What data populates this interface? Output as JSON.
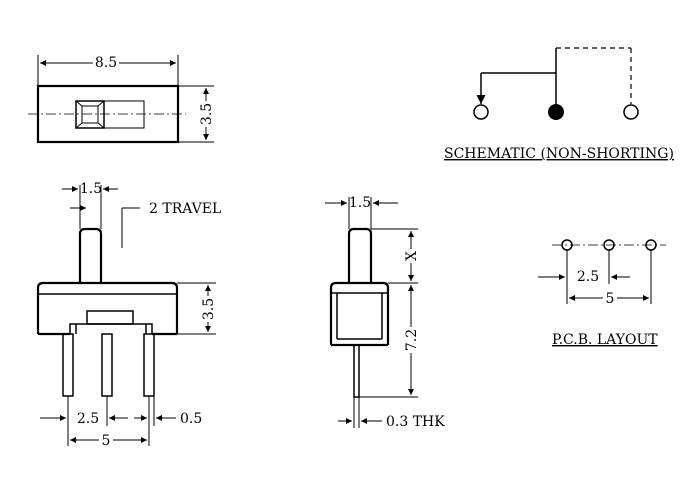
{
  "top_view": {
    "width_dim": "8.5",
    "height_dim": "3.5"
  },
  "schematic": {
    "title": "SCHEMATIC (NON-SHORTING)"
  },
  "front_view": {
    "actuator_width_dim": "1.5",
    "travel_label": "2 TRAVEL",
    "body_height_dim": "3.5",
    "pin_pitch_dim": "2.5",
    "pin_width_dim": "0.5",
    "pin_span_dim": "5"
  },
  "side_view": {
    "actuator_width_dim": "1.5",
    "x_dim": "X",
    "height_dim": "7.2",
    "thickness_label": "0.3 THK"
  },
  "pcb_layout": {
    "pitch_dim": "2.5",
    "span_dim": "5",
    "title": "P.C.B. LAYOUT"
  }
}
